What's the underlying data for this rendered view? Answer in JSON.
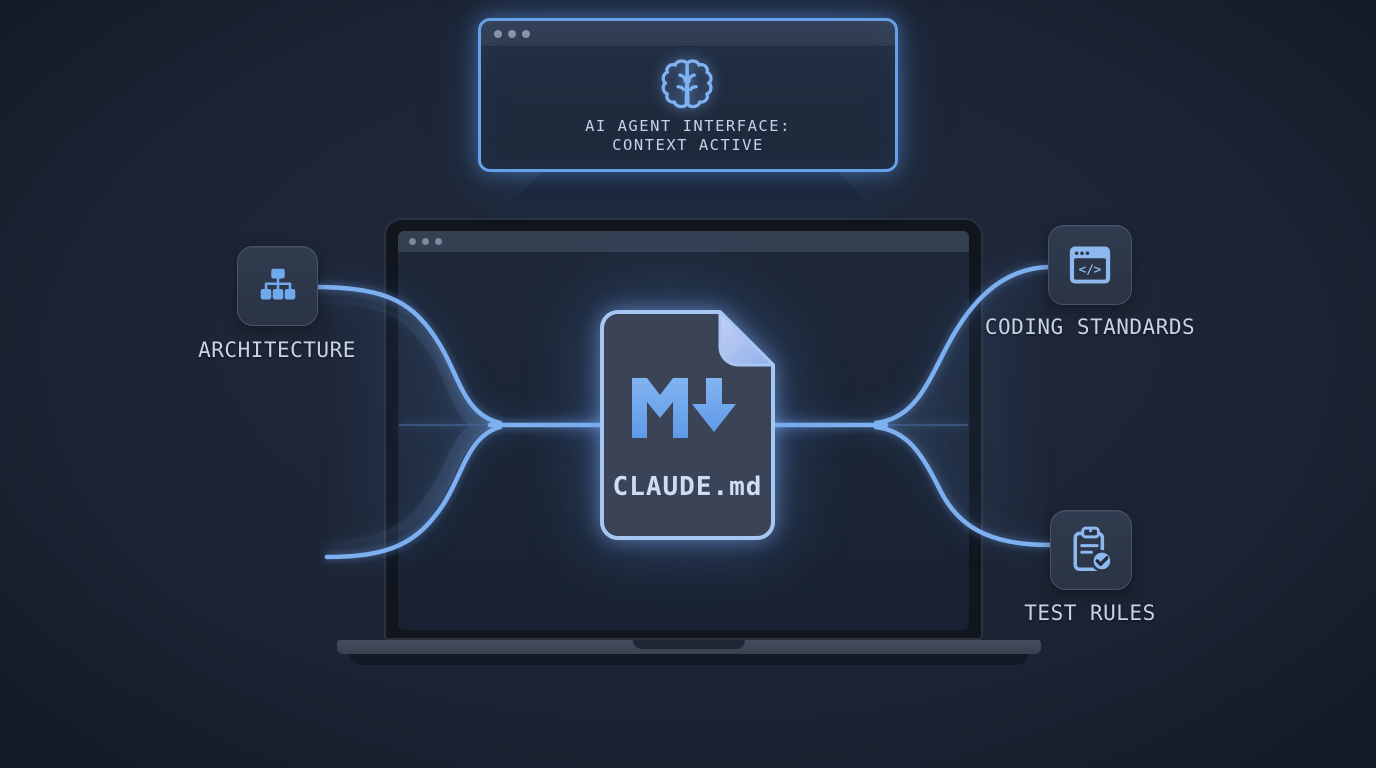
{
  "agent_panel": {
    "icon": "brain-icon",
    "line1": "AI AGENT INTERFACE:",
    "line2": "CONTEXT ACTIVE"
  },
  "central_file": {
    "filename": "CLAUDE.md",
    "logo": "markdown-icon"
  },
  "nodes": [
    {
      "id": "architecture",
      "label": "ARCHITECTURE",
      "icon": "org-chart-icon",
      "position": "left"
    },
    {
      "id": "coding-standards",
      "label": "CODING STANDARDS",
      "icon": "code-window-icon",
      "position": "right-top"
    },
    {
      "id": "test-rules",
      "label": "TEST RULES",
      "icon": "clipboard-check-icon",
      "position": "right-bottom"
    }
  ],
  "colors": {
    "accent": "#7db0f0",
    "accent_bright": "#a8c6f3",
    "background": "#1d2535",
    "laptop_screen": "#1c2637",
    "panel_background": "#212d41",
    "tile_background": "#2c3648",
    "laptop_base": "#3e4859",
    "file_fill": "#3a4456",
    "label_text": "#c7d4e8"
  }
}
